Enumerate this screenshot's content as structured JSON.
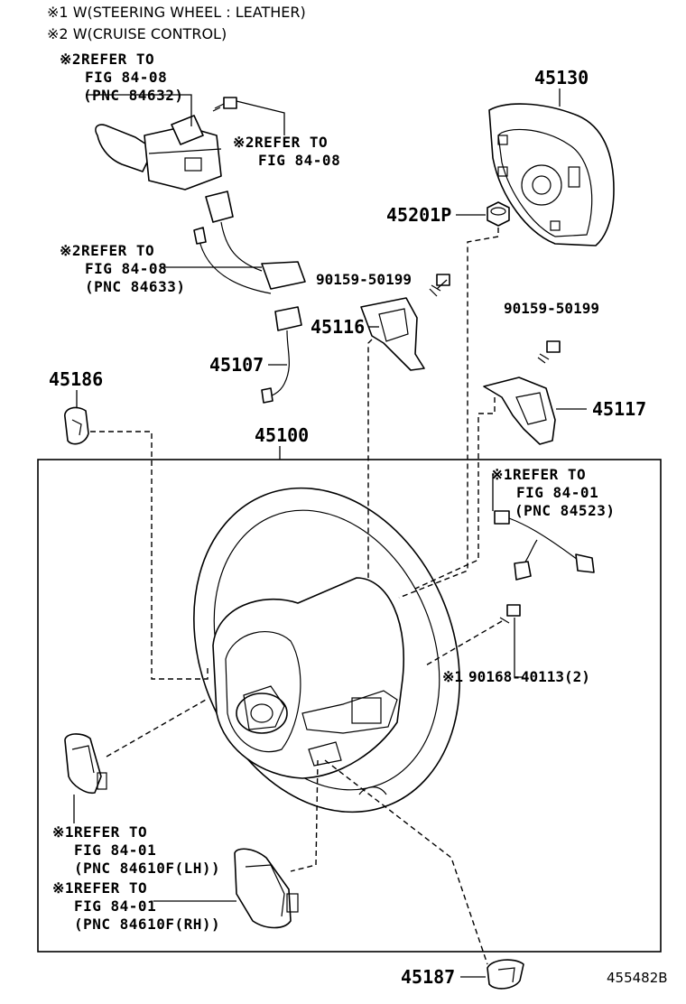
{
  "notes": [
    {
      "mark": "※1",
      "text": "W(STEERING WHEEL : LEATHER)"
    },
    {
      "mark": "※2",
      "text": "W(CRUISE CONTROL)"
    }
  ],
  "refs": [
    {
      "mark": "※2",
      "line1": "REFER TO",
      "line2": "FIG 84-08",
      "line3": "(PNC 84632)"
    },
    {
      "mark": "※2",
      "line1": "REFER TO",
      "line2": "FIG 84-08",
      "line3": ""
    },
    {
      "mark": "※2",
      "line1": "REFER TO",
      "line2": "FIG 84-08",
      "line3": "(PNC 84633)"
    },
    {
      "mark": "※1",
      "line1": "REFER TO",
      "line2": "FIG 84-01",
      "line3": "(PNC 84523)"
    },
    {
      "mark": "※1",
      "line1": "REFER TO",
      "line2": "FIG 84-01",
      "line3": "(PNC 84610F(LH))"
    },
    {
      "mark": "※1",
      "line1": "REFER TO",
      "line2": "FIG 84-01",
      "line3": "(PNC 84610F(RH))"
    }
  ],
  "parts": {
    "p45130": "45130",
    "p45201P": "45201P",
    "p90159a": "90159-50199",
    "p45116": "45116",
    "p90159b": "90159-50199",
    "p45107": "45107",
    "p45186": "45186",
    "p45117": "45117",
    "p45100": "45100",
    "p90168": "90168-40113(2)",
    "p90168_mark": "※1",
    "p45187": "45187"
  },
  "diagram_code": "455482B",
  "colors": {
    "ink": "#000000",
    "paper": "#ffffff"
  }
}
